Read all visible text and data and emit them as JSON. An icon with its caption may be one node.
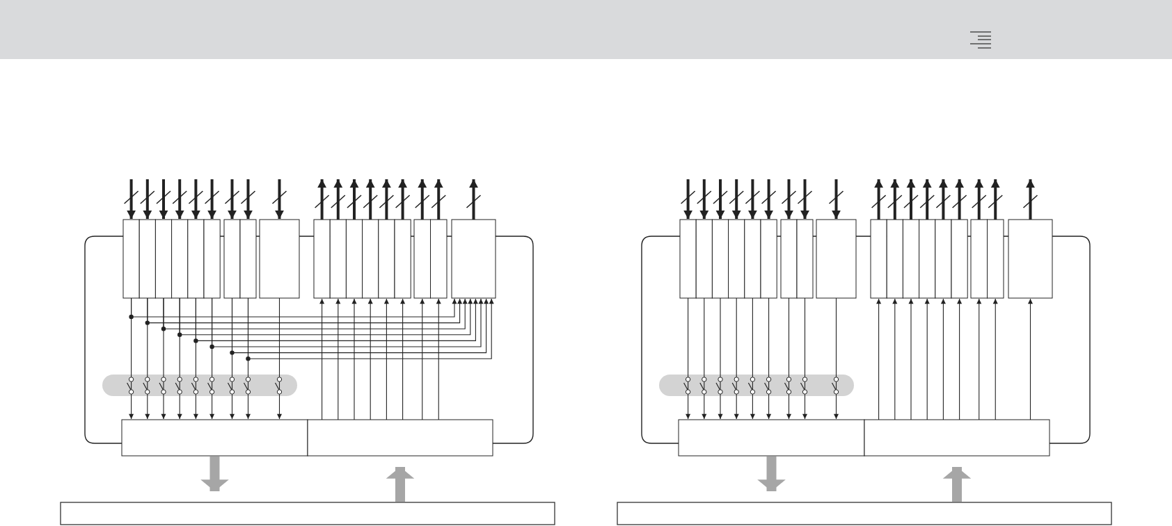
{
  "diagram": {
    "nodes": [
      {
        "text": [],
        "shape": "box"
      },
      {
        "text": [],
        "shape": "box"
      },
      {
        "text": [],
        "shape": "box"
      },
      {
        "text": [],
        "shape": "box"
      },
      {
        "text": [],
        "shape": "box"
      },
      {
        "text": [],
        "shape": "box"
      },
      {
        "text": [],
        "shape": "box"
      },
      {
        "text": [],
        "shape": "box"
      },
      {
        "text": [],
        "shape": "box"
      },
      {
        "text": [],
        "shape": "box"
      },
      {
        "text": [],
        "shape": "box"
      },
      {
        "text": [],
        "shape": "box"
      },
      {
        "text": [],
        "shape": "box"
      },
      {
        "text": [],
        "shape": "box"
      },
      {
        "text": [],
        "shape": "box"
      },
      {
        "text": [],
        "shape": "box"
      },
      {
        "text": [],
        "shape": "box"
      },
      {
        "text": [],
        "shape": "box"
      },
      {
        "text": [],
        "shape": "box"
      },
      {
        "text": [],
        "shape": "box"
      },
      {
        "text": [],
        "shape": "bar"
      },
      {
        "text": [],
        "shape": "box"
      },
      {
        "text": [],
        "shape": "box"
      },
      {
        "text": [],
        "shape": "box"
      },
      {
        "text": [],
        "shape": "box"
      },
      {
        "text": [],
        "shape": "box"
      },
      {
        "text": [],
        "shape": "box"
      },
      {
        "text": [],
        "shape": "box"
      },
      {
        "text": [],
        "shape": "box"
      },
      {
        "text": [],
        "shape": "box"
      },
      {
        "text": [],
        "shape": "box"
      },
      {
        "text": [],
        "shape": "box"
      },
      {
        "text": [],
        "shape": "box"
      },
      {
        "text": [],
        "shape": "box"
      },
      {
        "text": [],
        "shape": "box"
      },
      {
        "text": [],
        "shape": "box"
      },
      {
        "text": [],
        "shape": "box"
      },
      {
        "text": [],
        "shape": "box"
      },
      {
        "text": [],
        "shape": "box"
      },
      {
        "text": [],
        "shape": "box"
      },
      {
        "text": [],
        "shape": "box"
      },
      {
        "text": [],
        "shape": "bar"
      }
    ],
    "edges": [
      {
        "from": null,
        "to": 0,
        "arrow": "to",
        "style": "thick"
      },
      {
        "from": null,
        "to": 1,
        "arrow": "to",
        "style": "thick"
      },
      {
        "from": null,
        "to": 2,
        "arrow": "to",
        "style": "thick"
      },
      {
        "from": null,
        "to": 3,
        "arrow": "to",
        "style": "thick"
      },
      {
        "from": null,
        "to": 4,
        "arrow": "to",
        "style": "thick"
      },
      {
        "from": null,
        "to": 5,
        "arrow": "to",
        "style": "thick"
      },
      {
        "from": null,
        "to": 6,
        "arrow": "to",
        "style": "thick"
      },
      {
        "from": null,
        "to": 7,
        "arrow": "to",
        "style": "thick"
      },
      {
        "from": null,
        "to": 8,
        "arrow": "to",
        "style": "thick"
      },
      {
        "from": 9,
        "to": null,
        "arrow": "to",
        "style": "thick"
      },
      {
        "from": 10,
        "to": null,
        "arrow": "to",
        "style": "thick"
      },
      {
        "from": 11,
        "to": null,
        "arrow": "to",
        "style": "thick"
      },
      {
        "from": 12,
        "to": null,
        "arrow": "to",
        "style": "thick"
      },
      {
        "from": 13,
        "to": null,
        "arrow": "to",
        "style": "thick"
      },
      {
        "from": 14,
        "to": null,
        "arrow": "to",
        "style": "thick"
      },
      {
        "from": 15,
        "to": null,
        "arrow": "to",
        "style": "thick"
      },
      {
        "from": 16,
        "to": null,
        "arrow": "to",
        "style": "thick"
      },
      {
        "from": 17,
        "to": null,
        "arrow": "to",
        "style": "thick"
      },
      {
        "from": 0,
        "to": 18,
        "arrow": "to"
      },
      {
        "from": 1,
        "to": 18,
        "arrow": "to"
      },
      {
        "from": 2,
        "to": 18,
        "arrow": "to"
      },
      {
        "from": 3,
        "to": 18,
        "arrow": "to"
      },
      {
        "from": 4,
        "to": 18,
        "arrow": "to"
      },
      {
        "from": 5,
        "to": 18,
        "arrow": "to"
      },
      {
        "from": 6,
        "to": 18,
        "arrow": "to"
      },
      {
        "from": 7,
        "to": 18,
        "arrow": "to"
      },
      {
        "from": 8,
        "to": 18,
        "arrow": "to"
      },
      {
        "from": 19,
        "to": 9,
        "arrow": "to"
      },
      {
        "from": 19,
        "to": 10,
        "arrow": "to"
      },
      {
        "from": 19,
        "to": 11,
        "arrow": "to"
      },
      {
        "from": 19,
        "to": 12,
        "arrow": "to"
      },
      {
        "from": 19,
        "to": 13,
        "arrow": "to"
      },
      {
        "from": 19,
        "to": 14,
        "arrow": "to"
      },
      {
        "from": 19,
        "to": 15,
        "arrow": "to"
      },
      {
        "from": 19,
        "to": 16,
        "arrow": "to"
      },
      {
        "from": 0,
        "to": 17,
        "arrow": "to"
      },
      {
        "from": 1,
        "to": 17,
        "arrow": "to"
      },
      {
        "from": 2,
        "to": 17,
        "arrow": "to"
      },
      {
        "from": 3,
        "to": 17,
        "arrow": "to"
      },
      {
        "from": 4,
        "to": 17,
        "arrow": "to"
      },
      {
        "from": 5,
        "to": 17,
        "arrow": "to"
      },
      {
        "from": 6,
        "to": 17,
        "arrow": "to"
      },
      {
        "from": 7,
        "to": 17,
        "arrow": "to"
      },
      {
        "from": 18,
        "to": 20,
        "arrow": "to",
        "style": "thick",
        "color": "#a6a6a6"
      },
      {
        "from": 20,
        "to": 19,
        "arrow": "to",
        "style": "thick",
        "color": "#a6a6a6"
      },
      {
        "from": null,
        "to": 21,
        "arrow": "to",
        "style": "thick"
      },
      {
        "from": null,
        "to": 22,
        "arrow": "to",
        "style": "thick"
      },
      {
        "from": null,
        "to": 23,
        "arrow": "to",
        "style": "thick"
      },
      {
        "from": null,
        "to": 24,
        "arrow": "to",
        "style": "thick"
      },
      {
        "from": null,
        "to": 25,
        "arrow": "to",
        "style": "thick"
      },
      {
        "from": null,
        "to": 26,
        "arrow": "to",
        "style": "thick"
      },
      {
        "from": null,
        "to": 27,
        "arrow": "to",
        "style": "thick"
      },
      {
        "from": null,
        "to": 28,
        "arrow": "to",
        "style": "thick"
      },
      {
        "from": null,
        "to": 29,
        "arrow": "to",
        "style": "thick"
      },
      {
        "from": 30,
        "to": null,
        "arrow": "to",
        "style": "thick"
      },
      {
        "from": 31,
        "to": null,
        "arrow": "to",
        "style": "thick"
      },
      {
        "from": 32,
        "to": null,
        "arrow": "to",
        "style": "thick"
      },
      {
        "from": 33,
        "to": null,
        "arrow": "to",
        "style": "thick"
      },
      {
        "from": 34,
        "to": null,
        "arrow": "to",
        "style": "thick"
      },
      {
        "from": 35,
        "to": null,
        "arrow": "to",
        "style": "thick"
      },
      {
        "from": 36,
        "to": null,
        "arrow": "to",
        "style": "thick"
      },
      {
        "from": 37,
        "to": null,
        "arrow": "to",
        "style": "thick"
      },
      {
        "from": 38,
        "to": null,
        "arrow": "to",
        "style": "thick"
      },
      {
        "from": 21,
        "to": 39,
        "arrow": "to"
      },
      {
        "from": 22,
        "to": 39,
        "arrow": "to"
      },
      {
        "from": 23,
        "to": 39,
        "arrow": "to"
      },
      {
        "from": 24,
        "to": 39,
        "arrow": "to"
      },
      {
        "from": 25,
        "to": 39,
        "arrow": "to"
      },
      {
        "from": 26,
        "to": 39,
        "arrow": "to"
      },
      {
        "from": 27,
        "to": 39,
        "arrow": "to"
      },
      {
        "from": 28,
        "to": 39,
        "arrow": "to"
      },
      {
        "from": 29,
        "to": 39,
        "arrow": "to"
      },
      {
        "from": 40,
        "to": 30,
        "arrow": "to"
      },
      {
        "from": 40,
        "to": 31,
        "arrow": "to"
      },
      {
        "from": 40,
        "to": 32,
        "arrow": "to"
      },
      {
        "from": 40,
        "to": 33,
        "arrow": "to"
      },
      {
        "from": 40,
        "to": 34,
        "arrow": "to"
      },
      {
        "from": 40,
        "to": 35,
        "arrow": "to"
      },
      {
        "from": 40,
        "to": 36,
        "arrow": "to"
      },
      {
        "from": 40,
        "to": 37,
        "arrow": "to"
      },
      {
        "from": 40,
        "to": 38,
        "arrow": "to"
      },
      {
        "from": 39,
        "to": 41,
        "arrow": "to",
        "style": "thick",
        "color": "#a6a6a6"
      },
      {
        "from": 41,
        "to": 40,
        "arrow": "to",
        "style": "thick",
        "color": "#a6a6a6"
      }
    ]
  }
}
